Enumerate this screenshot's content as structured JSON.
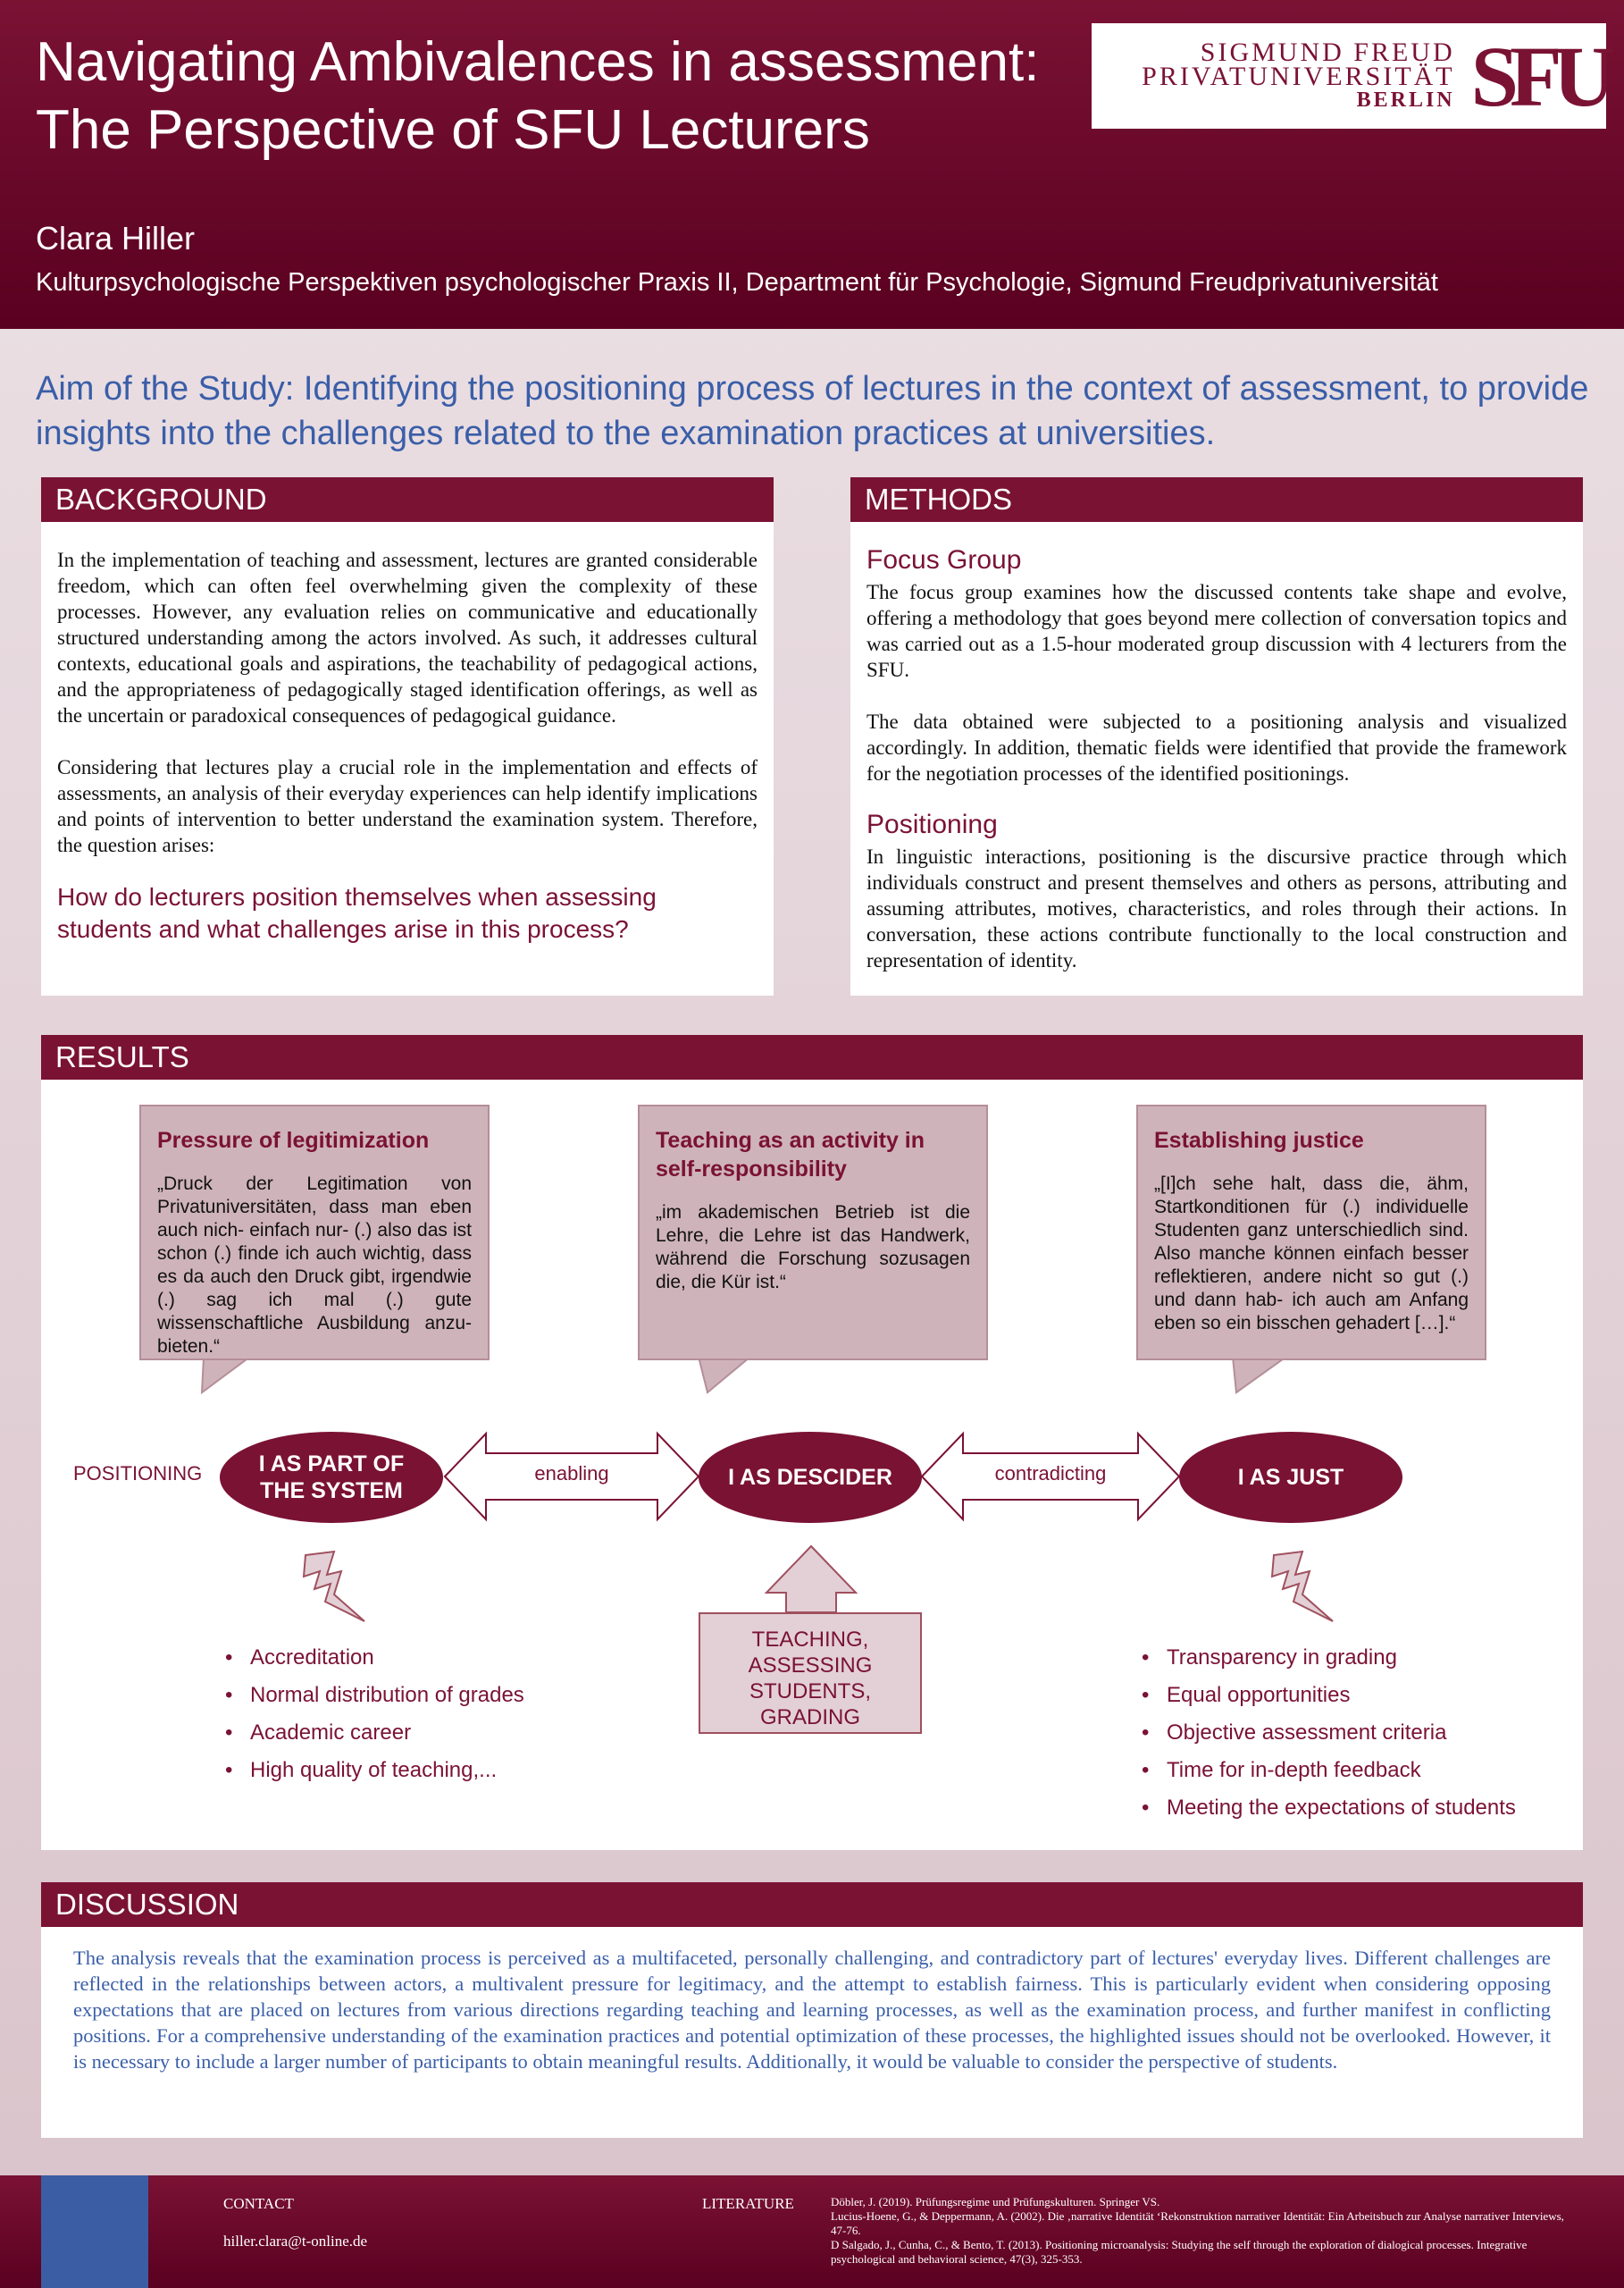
{
  "header": {
    "title_line1": "Navigating Ambivalences in assessment:",
    "title_line2": "The Perspective of SFU Lecturers",
    "author": "Clara Hiller",
    "affiliation": "Kulturpsychologische Perspektiven psychologischer Praxis II, Department für Psychologie, Sigmund Freudprivatuniversität",
    "logo_line1": "SIGMUND FREUD",
    "logo_line2": "PRIVATUNIVERSITÄT",
    "logo_line3": "BERLIN",
    "logo_mark": "SFU"
  },
  "aim": "Aim of the Study: Identifying the positioning process of lectures in the context of assessment, to provide insights into the challenges related to the examination practices at universities.",
  "background": {
    "heading": "BACKGROUND",
    "p1": "In the implementation of teaching and assessment, lectures are granted considerable freedom, which can often feel overwhelming given the complexity of these processes. However, any evaluation relies on communicative and educationally structured understanding among the actors involved. As such, it addresses cultural contexts, educational goals and aspirations, the teachability of pedagogical actions, and the appropriateness of pedagogically staged identification offerings, as well as the uncertain or paradoxical consequences of pedagogical guidance.",
    "p2": "Considering that lectures play a crucial role in the implementation and effects of assessments, an analysis of their everyday experiences can help identify implications and points of intervention to better understand the examination system. Therefore, the question arises:",
    "question": "How do lecturers position themselves when assessing students and what challenges arise in this process?"
  },
  "methods": {
    "heading": "METHODS",
    "sub1": "Focus Group",
    "p1": "The focus group examines how the discussed contents take shape and evolve, offering a methodology that goes beyond mere collection of conversation topics and was carried out as a 1.5-hour moderated group discussion with 4 lecturers from the SFU.",
    "p2": "The data obtained were subjected to a positioning analysis and visualized accordingly. In addition, thematic fields were identified that provide the framework for the negotiation processes of the identified positionings.",
    "sub2": "Positioning",
    "p3": "In linguistic interactions, positioning is the discursive practice through which individuals construct and present themselves and others as persons, attributing and assuming attributes, motives, characteristics, and roles through their actions. In conversation, these actions contribute functionally to the local construction and representation of identity."
  },
  "results": {
    "heading": "RESULTS",
    "quotes": [
      {
        "title": "Pressure of legitimization",
        "text": "„Druck der Legitimation von Privatuniversitäten, dass man eben auch nich- einfach nur- (.) also das ist schon (.) finde ich auch wichtig, dass es da auch den Druck gibt, irgendwie (.) sag ich mal (.) gute wissenschaftliche Ausbildung anzu-bieten.“"
      },
      {
        "title": "Teaching as an activity in self-responsibility",
        "text": "„im akademischen Betrieb ist die Lehre, die Lehre ist das Handwerk, während die Forschung sozusagen die, die Kür ist.“"
      },
      {
        "title": "Establishing justice",
        "text": "„[I]ch sehe halt, dass die, ähm, Startkonditionen für (.) individuelle Studenten ganz unterschiedlich sind. Also manche können einfach besser reflektieren, andere nicht so gut (.) und dann hab- ich auch am Anfang eben so ein bisschen gehadert […].“"
      }
    ],
    "positioning_label": "POSITIONING",
    "pos1": "I AS PART OF THE SYSTEM",
    "pos2": "I AS DESCIDER",
    "pos3": "I AS JUST",
    "arrow1": "enabling",
    "arrow2": "contradicting",
    "central": "TEACHING, ASSESSING STUDENTS, GRADING",
    "left_bullets": [
      "Accreditation",
      "Normal distribution of grades",
      "Academic career",
      "High quality of teaching,..."
    ],
    "right_bullets": [
      "Transparency in grading",
      "Equal opportunities",
      "Objective assessment criteria",
      "Time for in-depth feedback",
      "Meeting the expectations of students"
    ],
    "colors": {
      "accent": "#7a1234",
      "quote_bg": "#cfb3bb"
    }
  },
  "discussion": {
    "heading": "DISCUSSION",
    "text": "The analysis reveals that the examination process is perceived as a multifaceted, personally challenging, and contradictory part of lectures' everyday lives. Different challenges are reflected in the relationships between actors, a multivalent pressure for legitimacy, and the attempt to establish fairness. This is particularly evident when considering opposing expectations that are placed on lectures from various directions regarding teaching and learning processes, as well as the examination process, and further manifest in conflicting positions. For a comprehensive understanding of the examination practices and potential optimization of these processes, the highlighted issues should not be overlooked. However, it is necessary to include a larger number of participants to obtain meaningful results. Additionally, it would be valuable to consider the perspective of students."
  },
  "footer": {
    "contact_label": "CONTACT",
    "email": "hiller.clara@t-online.de",
    "literature_label": "LITERATURE",
    "refs": [
      "Döbler, J. (2019). Prüfungsregime und Prüfungskulturen. Springer VS.",
      "Lucius-Hoene, G., & Deppermann, A. (2002). Die ‚narrative Identität ‘Rekonstruktion narrativer Identität: Ein Arbeitsbuch zur Analyse narrativer Interviews, 47-76.",
      "D Salgado, J., Cunha, C., & Bento, T. (2013). Positioning microanalysis: Studying the self through the exploration of dialogical processes. Integrative psychological and behavioral science, 47(3), 325-353."
    ]
  }
}
